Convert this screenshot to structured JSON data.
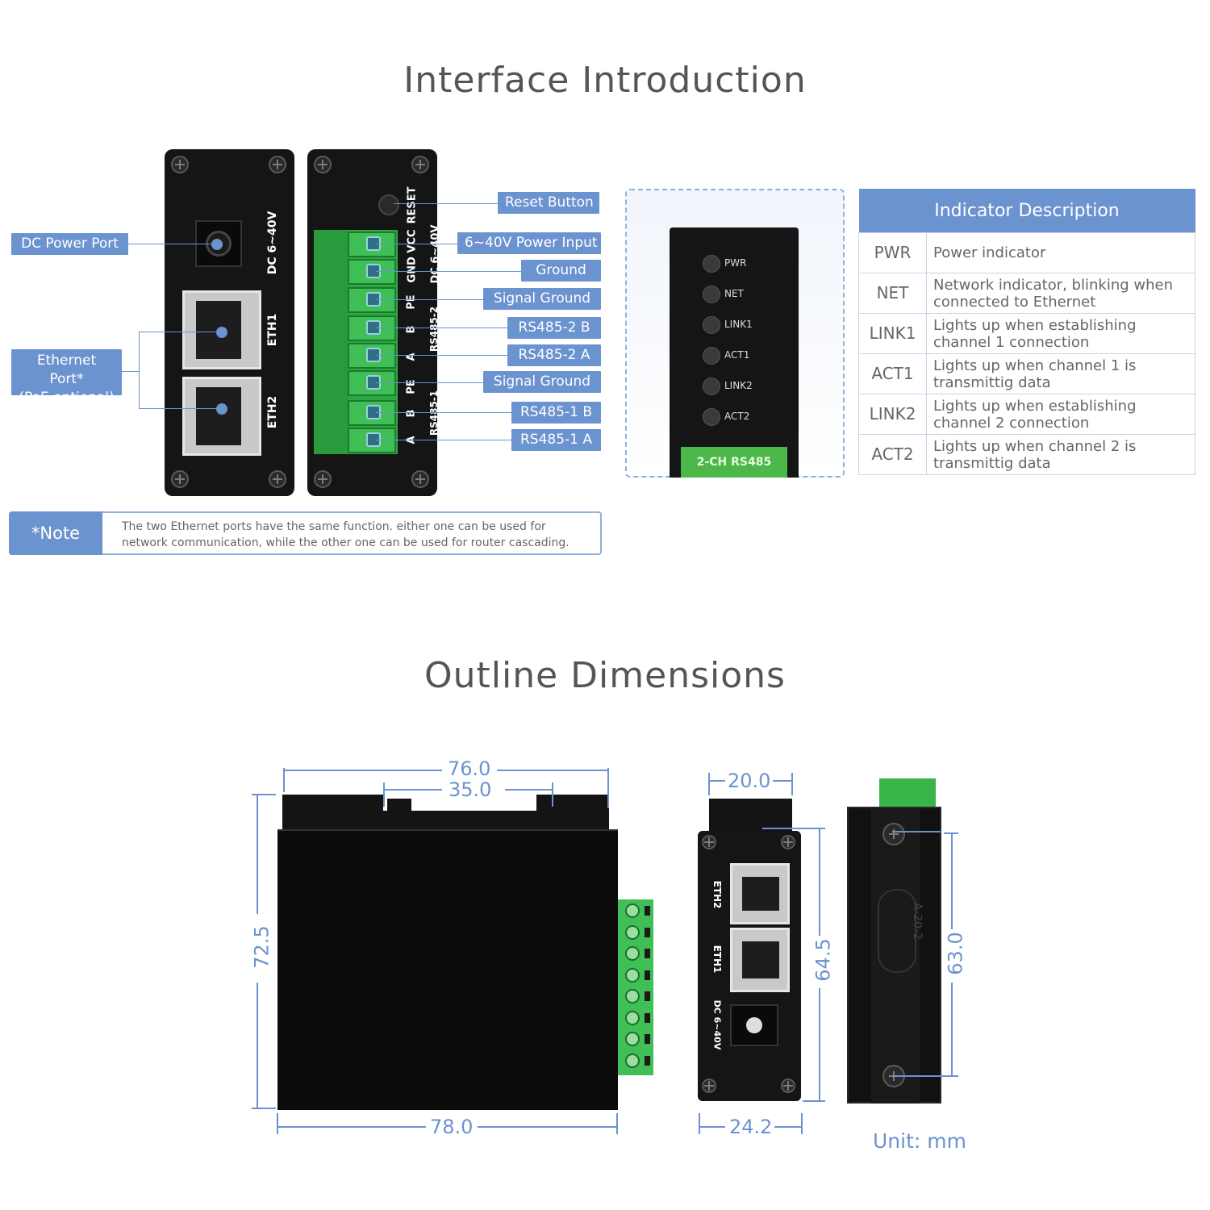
{
  "titles": {
    "interface": "Interface Introduction",
    "outline": "Outline Dimensions"
  },
  "callouts": {
    "dc_power_port": "DC Power Port",
    "ethernet_port": "Ethernet Port*\n(PoE optional)",
    "reset_button": "Reset Button",
    "power_input": "6~40V Power Input",
    "ground": "Ground",
    "signal_ground_1": "Signal Ground",
    "rs485_2_b": "RS485-2 B",
    "rs485_2_a": "RS485-2 A",
    "signal_ground_2": "Signal Ground",
    "rs485_1_b": "RS485-1 B",
    "rs485_1_a": "RS485-1 A"
  },
  "device_labels": {
    "dc": "DC 6~40V",
    "eth1": "ETH1",
    "eth2": "ETH2",
    "reset": "RESET",
    "gnd_vcc": "GND VCC",
    "dc_side": "DC 6~40V",
    "pe1": "PE",
    "b1": "B",
    "a1": "A",
    "rs485_2": "RS485-2",
    "pe2": "PE",
    "b2": "B",
    "a2": "A",
    "rs485_1": "RS485-1"
  },
  "led_panel": {
    "leds": [
      "PWR",
      "NET",
      "LINK1",
      "ACT1",
      "LINK2",
      "ACT2"
    ],
    "footer": "2-CH RS485"
  },
  "indicator_table": {
    "header": "Indicator Description",
    "rows": [
      {
        "key": "PWR",
        "value": "Power indicator"
      },
      {
        "key": "NET",
        "value": "Network indicator, blinking when connected to Ethernet"
      },
      {
        "key": "LINK1",
        "value": "Lights up when establishing channel 1 connection"
      },
      {
        "key": "ACT1",
        "value": "Lights up when channel 1 is transmittig data"
      },
      {
        "key": "LINK2",
        "value": "Lights up when establishing channel 2 connection"
      },
      {
        "key": "ACT2",
        "value": "Lights up when channel 2 is transmittig data"
      }
    ]
  },
  "note": {
    "label": "*Note",
    "text": "The two Ethernet ports have the same function. either one can be used for network communication, while the other one can be used for router cascading."
  },
  "dimensions": {
    "top_width": "76.0",
    "top_inner": "35.0",
    "left_height": "72.5",
    "bottom_width": "78.0",
    "front_top": "20.0",
    "front_height": "64.5",
    "front_bottom": "24.2",
    "side_height": "63.0",
    "side_label": "A-20-2",
    "unit": "Unit: mm"
  },
  "outline_labels": {
    "eth2": "ETH2",
    "eth1": "ETH1",
    "dc": "DC 6~40V"
  },
  "colors": {
    "accent": "#6b93cf",
    "terminal": "#3fbf55",
    "device": "#151515"
  }
}
